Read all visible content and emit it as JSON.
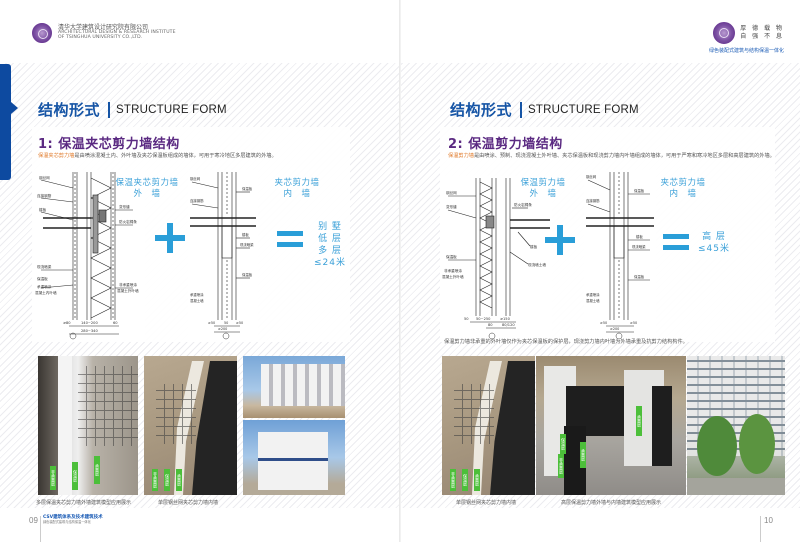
{
  "header": {
    "left": {
      "org_cn": "清华大学建筑设计研究院有限公司",
      "org_en_line1": "ARCHITECTURAL DESIGN & RESEARCH INSTITUTE",
      "org_en_line2": "OF TSINGHUA UNIVERSITY CO.,LTD.",
      "logo": "tsinghua-logo-icon"
    },
    "right": {
      "motto_line1": "厚 德 载 物",
      "motto_line2": "自 强 不 息",
      "tagline": "绿色装配式建筑与结构保温一体化",
      "logo": "tsinghua-logo-icon"
    }
  },
  "colors": {
    "brand_blue": "#1554a5",
    "band_blue": "#0d4aa0",
    "subtitle_purple": "#5b2a82",
    "highlight_orange": "#e07a2a",
    "diagram_cyan": "#2a9ed8",
    "tag_green": "#4cbf3a"
  },
  "left_page": {
    "section_title_cn": "结构形式",
    "section_title_en": "STRUCTURE FORM",
    "subtitle": "1: 保温夹芯剪力墙结构",
    "desc_highlight": "保温夹芯剪力墙",
    "desc_rest": "是由喷涂混凝土内、外叶墙及夹芯保温板组成的墙体，可用于寒冷地区多层建筑的外墙。",
    "diagram_outer": {
      "label_line1": "保温夹芯剪力墙",
      "label_line2": "外　墙",
      "callouts_left": [
        "钢丝网",
        "连接钢筋",
        "楼板",
        "现浇暗梁",
        "保温板",
        "承重喷涂",
        "混凝土内叶墙"
      ],
      "callouts_right": [
        "变形缝",
        "防火岩棉条",
        "非承重喷涂",
        "混凝土外叶墙"
      ],
      "dims": [
        "≥80",
        "140~200",
        "60",
        "280~340"
      ]
    },
    "operator_plus": "+",
    "diagram_inner": {
      "label_line1": "夹芯剪力墙",
      "label_line2": "内　墙",
      "callouts_left": [
        "钢丝网",
        "连接钢筋",
        "承重喷涂",
        "混凝土墙"
      ],
      "callouts_right": [
        "保温板",
        "楼板",
        "现浇暗梁",
        "保温板"
      ],
      "dims": [
        "≥50",
        "50",
        "≥50",
        "≥200",
        "≥120"
      ]
    },
    "operator_equals": "=",
    "result": [
      "别 墅",
      "低 层",
      "多 层",
      "≤24米"
    ],
    "photos": [
      {
        "caption": "多层保温夹芯剪力墙外墙建筑模型应用展示",
        "tags": [
          "非承重层",
          "保温层",
          "承重层"
        ]
      },
      {
        "caption": "单层钢丝网夹芯剪力墙内墙",
        "tags": [
          "非承重层",
          "保温层",
          "承重层"
        ]
      },
      {
        "caption": ""
      },
      {
        "caption": ""
      }
    ],
    "page_number": "09",
    "footer_brand_cn": "CSV建筑体系及技术建筑技术",
    "footer_brand_en": "绿色装配式建筑与结构保温一体化"
  },
  "right_page": {
    "section_title_cn": "结构形式",
    "section_title_en": "STRUCTURE FORM",
    "subtitle": "2: 保温剪力墙结构",
    "desc_highlight": "保温剪力墙",
    "desc_rest": "是由喷涂、预制、现浇混凝土外叶墙、夹芯保温板和现浇剪力墙内叶墙组成的墙体，可用于严寒和寒冷地区多层和高层建筑的外墙。",
    "diagram_outer": {
      "label_line1": "保温剪力墙",
      "label_line2": "外　墙",
      "callouts_left": [
        "钢丝网",
        "变形缝",
        "保温板",
        "非承重喷涂",
        "混凝土外叶墙"
      ],
      "callouts_right": [
        "防火岩棉条",
        "楼板",
        "现浇墙土墙"
      ],
      "dims": [
        "50",
        "50~250",
        "≥150",
        "80",
        "80/120"
      ]
    },
    "operator_plus": "+",
    "diagram_inner": {
      "label_line1": "夹芯剪力墙",
      "label_line2": "内　墙",
      "callouts_left": [
        "钢丝网",
        "连接钢筋",
        "承重喷涂",
        "混凝土墙"
      ],
      "callouts_right": [
        "保温板",
        "楼板",
        "现浇暗梁",
        "保温板"
      ],
      "dims": [
        "≥50",
        "≥50",
        "≥200",
        "≥120"
      ]
    },
    "operator_equals": "=",
    "result": [
      "高 层",
      "≤45米"
    ],
    "note": "保温剪力墙非承重的外叶墙仅作为夹芯保温板的保护层，现浇剪力墙内叶墙为外墙承重及抗剪力结构构件。",
    "photos": [
      {
        "caption": "单层钢丝网夹芯剪力墙内墙",
        "tags": [
          "非承重层",
          "保温层",
          "承重层"
        ]
      },
      {
        "caption": "高层保温剪力墙外墙与内墙建筑模型应用展示",
        "tags": [
          "保温层",
          "非承重层",
          "承重层",
          "承重层"
        ]
      },
      {
        "caption": ""
      }
    ],
    "page_number": "10"
  }
}
